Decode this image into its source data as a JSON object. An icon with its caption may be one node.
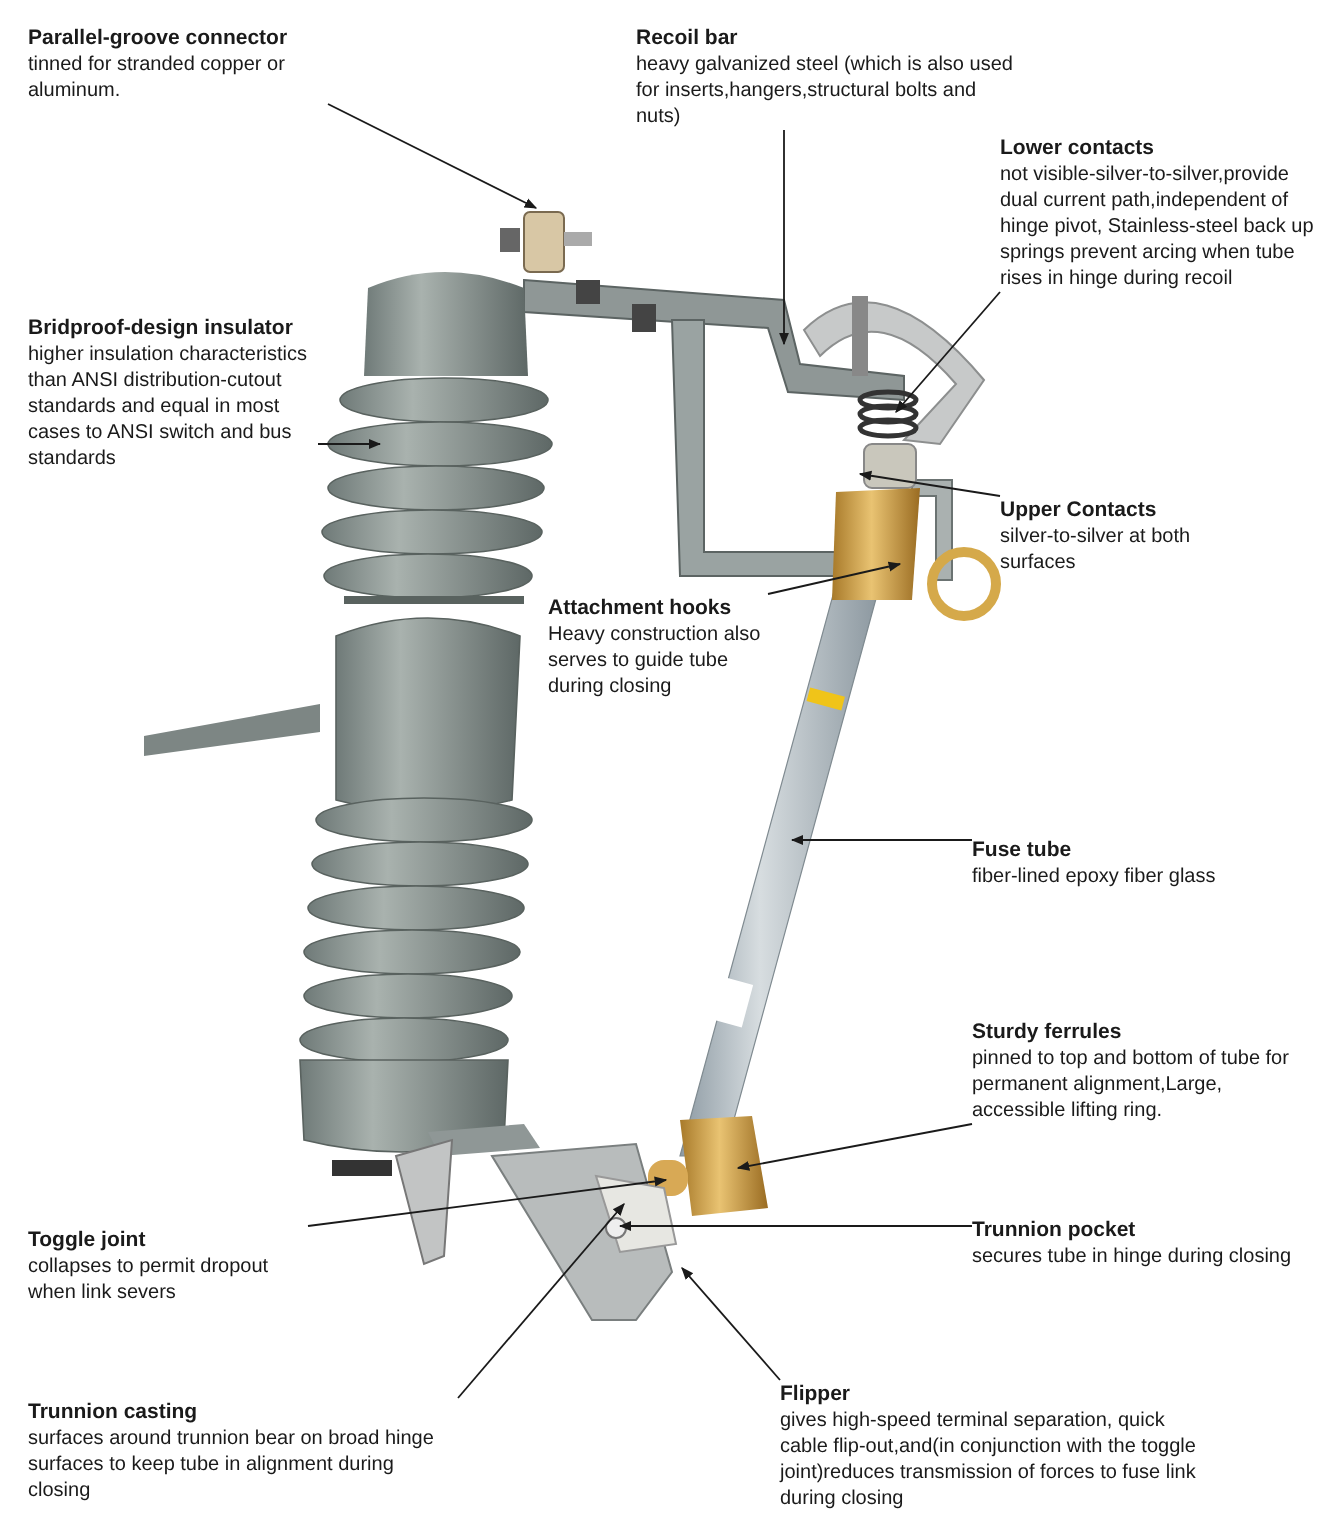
{
  "diagram": {
    "nodes": [
      {
        "text": [
          "Parallel-groove connector",
          "tinned for stranded copper or aluminum."
        ]
      },
      {
        "text": [
          "Recoil bar",
          "heavy galvanized steel (which is also used for inserts,hangers,structural bolts and nuts)"
        ]
      },
      {
        "text": [
          "Lower contacts",
          "not visible-silver-to-silver,provide dual current path,independent of hinge pivot, Stainless-steel back up springs prevent arcing when tube rises in hinge during recoil"
        ]
      },
      {
        "text": [
          "Bridproof-design insulator",
          "higher insulation characteristics than ANSI distribution-cutout standards and equal in most cases to ANSI switch and bus standards"
        ]
      },
      {
        "text": [
          "Upper Contacts",
          "silver-to-silver at both surfaces"
        ]
      },
      {
        "text": [
          "Attachment hooks",
          "Heavy construction also serves to guide tube during closing"
        ]
      },
      {
        "text": [
          "Fuse tube",
          "fiber-lined epoxy fiber glass"
        ]
      },
      {
        "text": [
          "Sturdy ferrules",
          "pinned to top and bottom of tube for permanent alignment,Large, accessible lifting ring."
        ]
      },
      {
        "text": [
          "Toggle joint",
          "collapses to permit dropout when link severs"
        ]
      },
      {
        "text": [
          "Trunnion pocket",
          "secures tube in hinge during closing"
        ]
      },
      {
        "text": [
          "Trunnion casting",
          "surfaces around trunnion bear on broad hinge surfaces to keep tube in alignment during closing"
        ]
      },
      {
        "text": [
          "Flipper",
          "gives high-speed terminal separation, quick cable flip-out,and(in conjunction with the toggle joint)reduces transmission of forces to fuse link during closing"
        ]
      }
    ],
    "edges": [
      {
        "from": 0,
        "to": null,
        "arrow": "to"
      },
      {
        "from": 1,
        "to": null,
        "arrow": "to"
      },
      {
        "from": 2,
        "to": null,
        "arrow": "to"
      },
      {
        "from": 3,
        "to": null,
        "arrow": "to"
      },
      {
        "from": 4,
        "to": null,
        "arrow": "to"
      },
      {
        "from": 5,
        "to": null,
        "arrow": "to"
      },
      {
        "from": 6,
        "to": null,
        "arrow": "to"
      },
      {
        "from": 7,
        "to": null,
        "arrow": "to"
      },
      {
        "from": 8,
        "to": null,
        "arrow": "to"
      },
      {
        "from": 9,
        "to": null,
        "arrow": "to"
      },
      {
        "from": 10,
        "to": null,
        "arrow": "to"
      },
      {
        "from": 11,
        "to": null,
        "arrow": "to"
      }
    ]
  }
}
